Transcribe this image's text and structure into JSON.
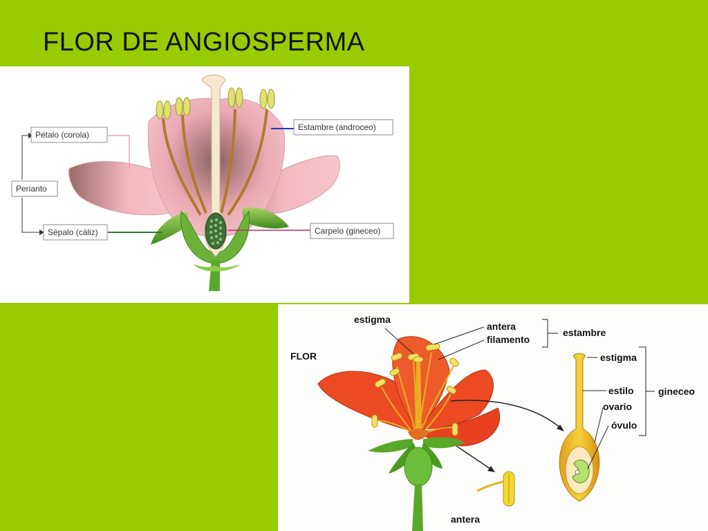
{
  "slide": {
    "title": "FLOR DE ANGIOSPERMA"
  },
  "top_diagram": {
    "labels": {
      "petalo": "Pétalo (corola)",
      "perianto": "Perianto",
      "sepalo": "Sépalo (cáliz)",
      "estambre": "Estambre (androceo)",
      "carpelo": "Carpelo (gineceo)"
    }
  },
  "bottom_diagram": {
    "labels": {
      "flor": "FLOR",
      "estigma": "estigma",
      "antera": "antera",
      "filamento": "filamento",
      "estambre": "estambre",
      "estigma_pistil": "estigma",
      "estilo": "estilo",
      "ovario": "ovario",
      "ovulo": "óvulo",
      "gineceo": "gineceo",
      "antera_detail": "antera"
    }
  },
  "colors": {
    "background": "#99cc00",
    "petal_pink": "#f2b8c0",
    "petal_red": "#ec4a22",
    "stamen_yellow": "#e8e04a",
    "sepal_green": "#5aa82a"
  }
}
